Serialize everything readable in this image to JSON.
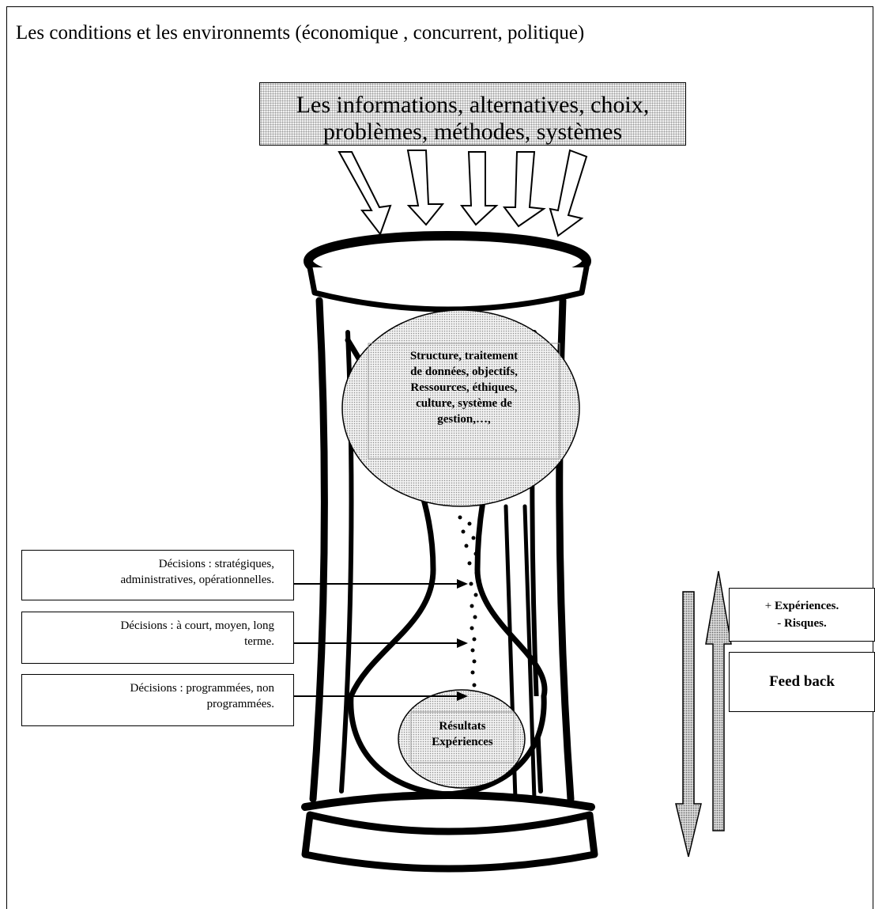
{
  "title": "Les conditions et les environnemts (économique , concurrent, politique)",
  "inputs_box": {
    "line1": "Les informations, alternatives, choix,",
    "line2": "problèmes, méthodes, systèmes"
  },
  "top_bulb": {
    "lines": [
      "Structure, traitement",
      "de données, objectifs,",
      "Ressources, éthiques,",
      "culture, système de",
      "gestion,…,"
    ]
  },
  "bottom_bulb": {
    "lines": [
      "Résultats",
      "Expériences"
    ]
  },
  "decisions": [
    {
      "lines": [
        "Décisions : stratégiques,",
        "administratives, opérationnelles."
      ]
    },
    {
      "lines": [
        "Décisions : à court, moyen, long",
        "terme."
      ]
    },
    {
      "lines": [
        "Décisions : programmées, non",
        "programmées."
      ]
    }
  ],
  "experience_box": {
    "plus_sign": "+ ",
    "plus_label": "Expériences.",
    "minus_sign": "- ",
    "minus_label": "Risques."
  },
  "feedback_label": "Feed back",
  "colors": {
    "stroke": "#000000",
    "dot_fill": "#c8c8c8",
    "background": "#ffffff"
  }
}
